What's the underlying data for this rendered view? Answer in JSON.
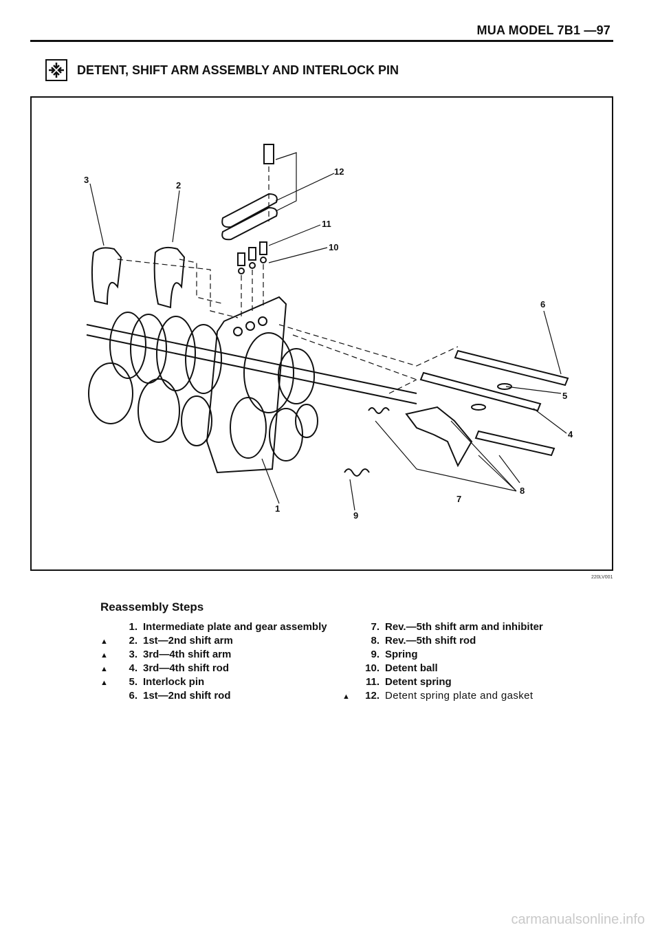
{
  "header": {
    "page_ref": "MUA MODEL  7B1 —97"
  },
  "section": {
    "title": "DETENT, SHIFT ARM ASSEMBLY AND INTERLOCK PIN",
    "icon": "arrows-disassembly-icon"
  },
  "figure": {
    "code": "220LV001",
    "callouts": [
      "1",
      "2",
      "3",
      "4",
      "5",
      "6",
      "7",
      "8",
      "9",
      "10",
      "11",
      "12"
    ]
  },
  "steps": {
    "title": "Reassembly Steps",
    "left": [
      {
        "mark": "",
        "num": "1.",
        "label": "Intermediate plate and gear assembly"
      },
      {
        "mark": "▲",
        "num": "2.",
        "label": "1st—2nd shift arm"
      },
      {
        "mark": "▲",
        "num": "3.",
        "label": "3rd—4th shift arm"
      },
      {
        "mark": "▲",
        "num": "4.",
        "label": "3rd—4th shift rod"
      },
      {
        "mark": "▲",
        "num": "5.",
        "label": "Interlock pin"
      },
      {
        "mark": "",
        "num": "6.",
        "label": "1st—2nd shift rod"
      }
    ],
    "right": [
      {
        "mark": "",
        "num": "7.",
        "label": "Rev.—5th shift arm and inhibiter"
      },
      {
        "mark": "",
        "num": "8.",
        "label": "Rev.—5th shift rod"
      },
      {
        "mark": "",
        "num": "9.",
        "label": "Spring"
      },
      {
        "mark": "",
        "num": "10.",
        "label": "Detent ball"
      },
      {
        "mark": "",
        "num": "11.",
        "label": "Detent spring"
      },
      {
        "mark": "▲",
        "num": "12.",
        "label": "Detent spring plate and gasket"
      }
    ]
  },
  "footer": {
    "brand": "carmanualsonline.info"
  }
}
